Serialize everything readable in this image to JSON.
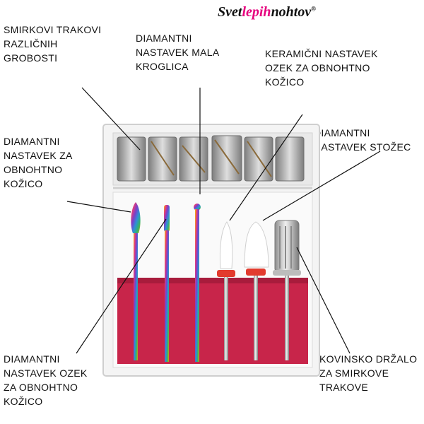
{
  "brand": {
    "part1": "Svet",
    "part2": "lepih",
    "part3": "nohtov",
    "reg": "®"
  },
  "labels": {
    "sanding_bands": "SMIRKOVI TRAKOVI\nRAZLIČNIH\nGROBOSTI",
    "diamond_small_ball": "DIAMANTNI\nNASTAVEK MALA\nKROGLICA",
    "ceramic_narrow": "KERAMIČNI NASTAVEK\nOZEK ZA OBNOHTNO\nKOŽICO",
    "diamond_cuticle": "DIAMANTNI\nNASTAVEK ZA\nOBNOHTNO\nKOŽICO",
    "diamond_cone": "DIAMANTNI\nNASTAVEK STOŽEC",
    "diamond_narrow": "DIAMANTNI\nNASTAVEK OZEK\nZA OBNOHTNO\nKOŽICO",
    "metal_holder": "KOVINSKO DRŽALO\nZA SMIRKOVE\nTRAKOVE"
  },
  "colors": {
    "accent": "#e6007e",
    "foam": "#c8254a",
    "case": "#f2f2f2"
  }
}
